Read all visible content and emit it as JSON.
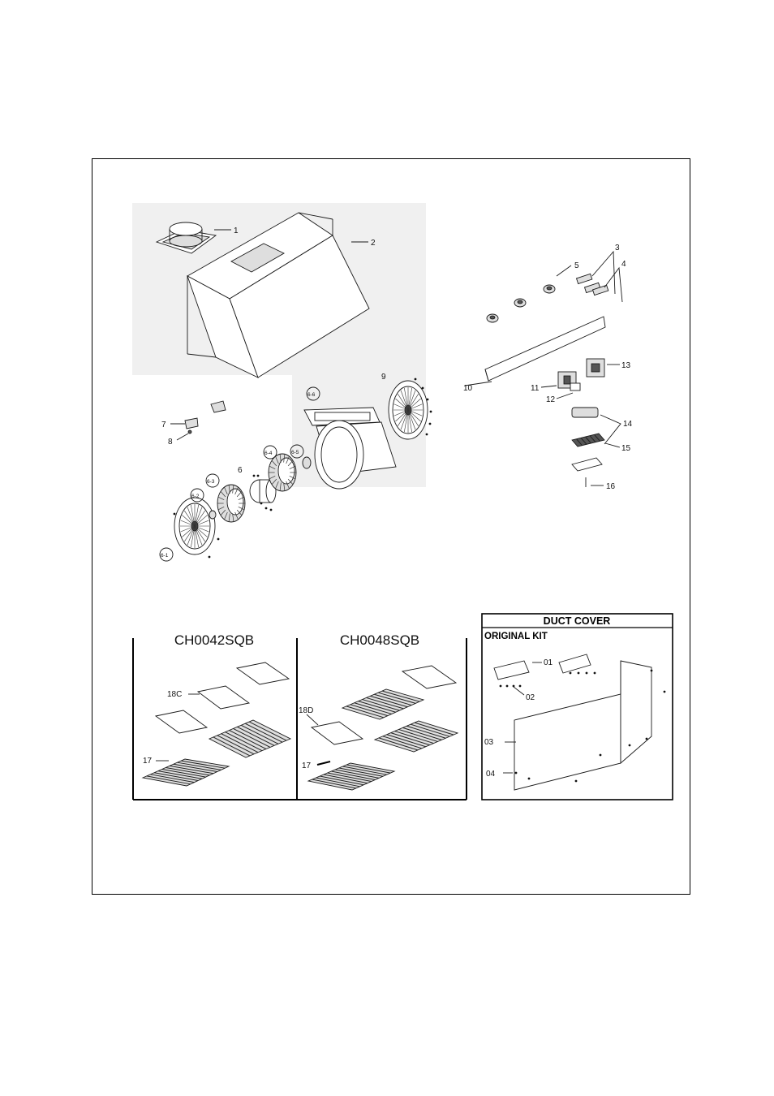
{
  "panels": {
    "left_model": "CH0042SQB",
    "right_model": "CH0048SQB",
    "duct_cover_title": "DUCT COVER",
    "duct_cover_subtitle": "ORIGINAL KIT"
  },
  "callouts": {
    "p1": "1",
    "p2": "2",
    "p3": "3",
    "p4": "4",
    "p5": "5",
    "p6": "6",
    "p7": "7",
    "p8": "8",
    "p9": "9",
    "p10": "10",
    "p11": "11",
    "p12": "12",
    "p13": "13",
    "p14": "14",
    "p15": "15",
    "p16": "16",
    "p6_1": "6-1",
    "p6_2": "6-2",
    "p6_3": "6-3",
    "p6_4": "6-4",
    "p6_5": "6-5",
    "p6_6": "6-6",
    "p17a": "17",
    "p18c": "18C",
    "p17b": "17",
    "p18d": "18D",
    "d01": "01",
    "d02": "02",
    "d03": "03",
    "d04": "04"
  }
}
